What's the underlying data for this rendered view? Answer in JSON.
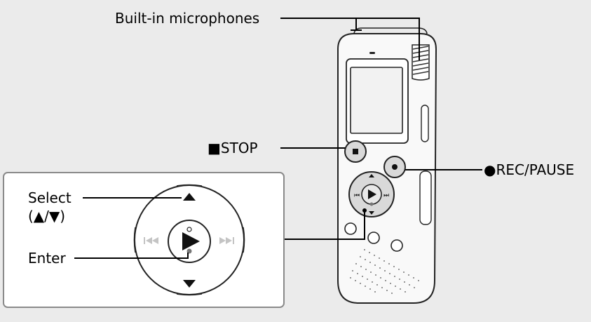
{
  "labels": {
    "microphones": "Built-in microphones",
    "stop": "■STOP",
    "rec_pause": "●REC/PAUSE",
    "select_line1": "Select",
    "select_line2": "(▲/▼)",
    "enter": "Enter"
  },
  "icons": {
    "play": "play-icon",
    "up": "triangle-up-icon",
    "down": "triangle-down-icon",
    "prev": "previous-track-icon",
    "next": "next-track-icon"
  },
  "colors": {
    "background": "#ebebeb",
    "device_body": "#f9f9f9",
    "button_fill": "#d9d9d9",
    "callout_line": "#000000",
    "inset_border": "#8a8a8a"
  }
}
